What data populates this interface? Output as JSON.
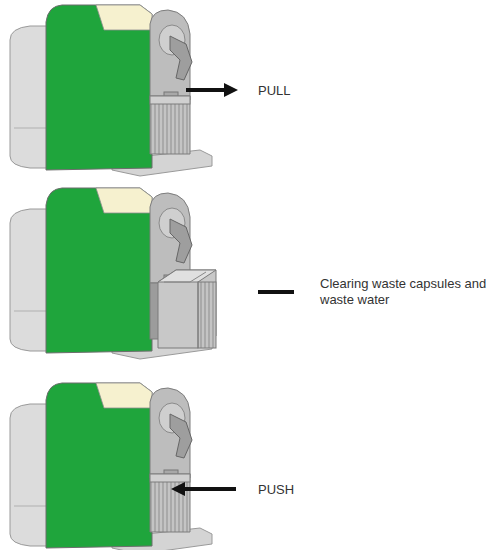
{
  "diagram": {
    "labels": [
      "PULL",
      "Clearing waste capsules and waste water",
      "PUSH"
    ]
  }
}
